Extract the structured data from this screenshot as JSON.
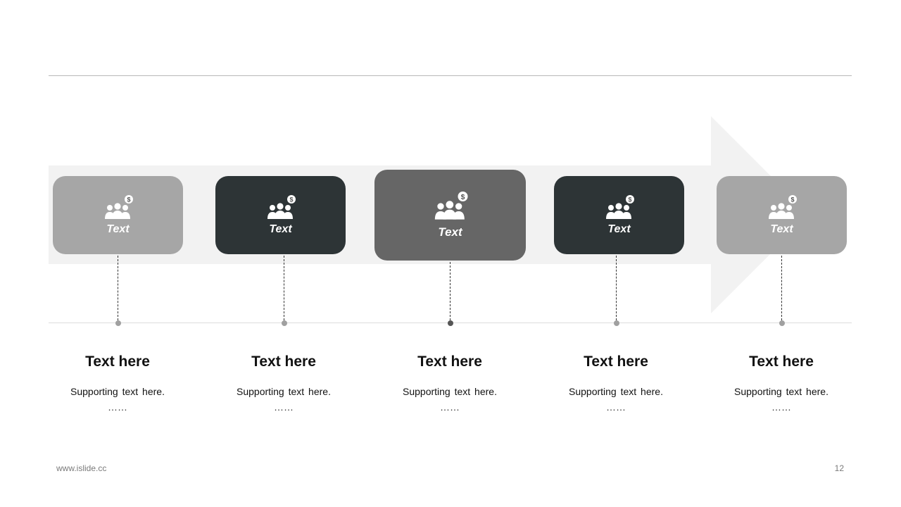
{
  "footer": {
    "url": "www.islide.cc",
    "page": "12"
  },
  "steps": [
    {
      "label": "Text",
      "title": "Text here",
      "sub": "Supporting text here.",
      "dots": "……",
      "icon": "people-dollar-icon",
      "color": "#a6a6a6",
      "dot_color": "#a0a0a0"
    },
    {
      "label": "Text",
      "title": "Text here",
      "sub": "Supporting text here.",
      "dots": "……",
      "icon": "people-dollar-icon",
      "color": "#2d3436",
      "dot_color": "#a0a0a0"
    },
    {
      "label": "Text",
      "title": "Text here",
      "sub": "Supporting text here.",
      "dots": "……",
      "icon": "people-dollar-icon",
      "color": "#666666",
      "dot_color": "#555555"
    },
    {
      "label": "Text",
      "title": "Text here",
      "sub": "Supporting text here.",
      "dots": "……",
      "icon": "people-dollar-icon",
      "color": "#2d3436",
      "dot_color": "#a0a0a0"
    },
    {
      "label": "Text",
      "title": "Text here",
      "sub": "Supporting text here.",
      "dots": "……",
      "icon": "people-dollar-icon",
      "color": "#a6a6a6",
      "dot_color": "#a0a0a0"
    }
  ]
}
